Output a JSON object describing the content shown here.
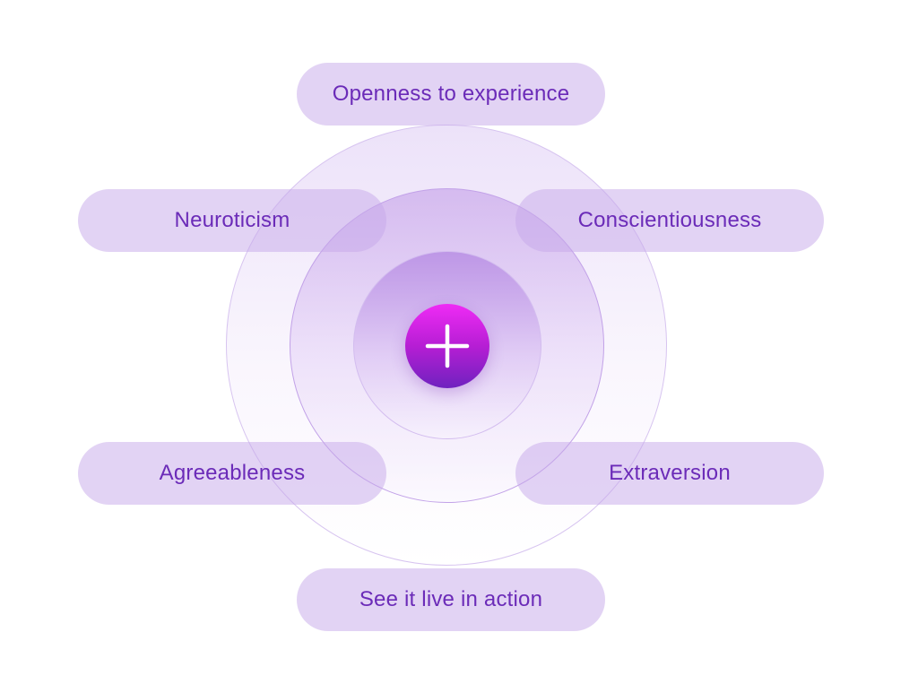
{
  "traits": {
    "top": "Openness to experience",
    "upper_left": "Neuroticism",
    "upper_right": "Conscientiousness",
    "lower_left": "Agreeableness",
    "lower_right": "Extraversion"
  },
  "cta": {
    "label": "See it live in action"
  },
  "center": {
    "icon": "plus-icon"
  },
  "colors": {
    "pill_background": "#dcc8f3",
    "pill_text": "#6b2bb8",
    "center_gradient_top": "#ef2bf5",
    "center_gradient_bottom": "#6f22bf",
    "ring_border": "#c2a2e8"
  }
}
